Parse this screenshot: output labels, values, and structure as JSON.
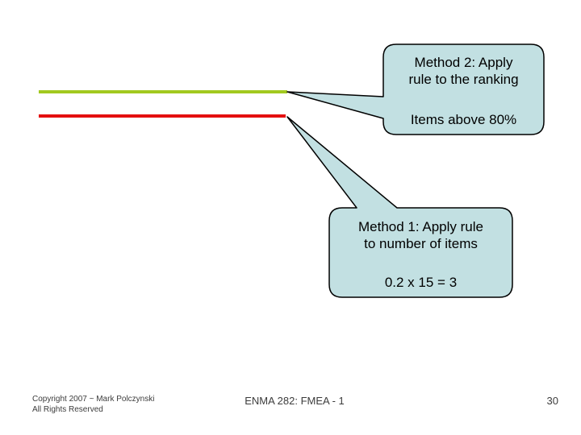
{
  "callouts": {
    "method2": {
      "line1": "Method 2: Apply",
      "line2": "rule to the ranking",
      "note": "Items above 80%"
    },
    "method1": {
      "line1": "Method 1: Apply rule",
      "line2": "to number of items",
      "note": "0.2 x 15 = 3"
    }
  },
  "footer": {
    "copyright_line1": "Copyright 2007 ~ Mark Polczynski",
    "copyright_line2": "All Rights Reserved",
    "course": "ENMA 282: FMEA - 1",
    "page_number": "30"
  },
  "colors": {
    "callout_fill": "#c2e0e2",
    "callout_border": "#000000",
    "green_line": "#a2c91f",
    "red_line": "#e40f0f"
  }
}
